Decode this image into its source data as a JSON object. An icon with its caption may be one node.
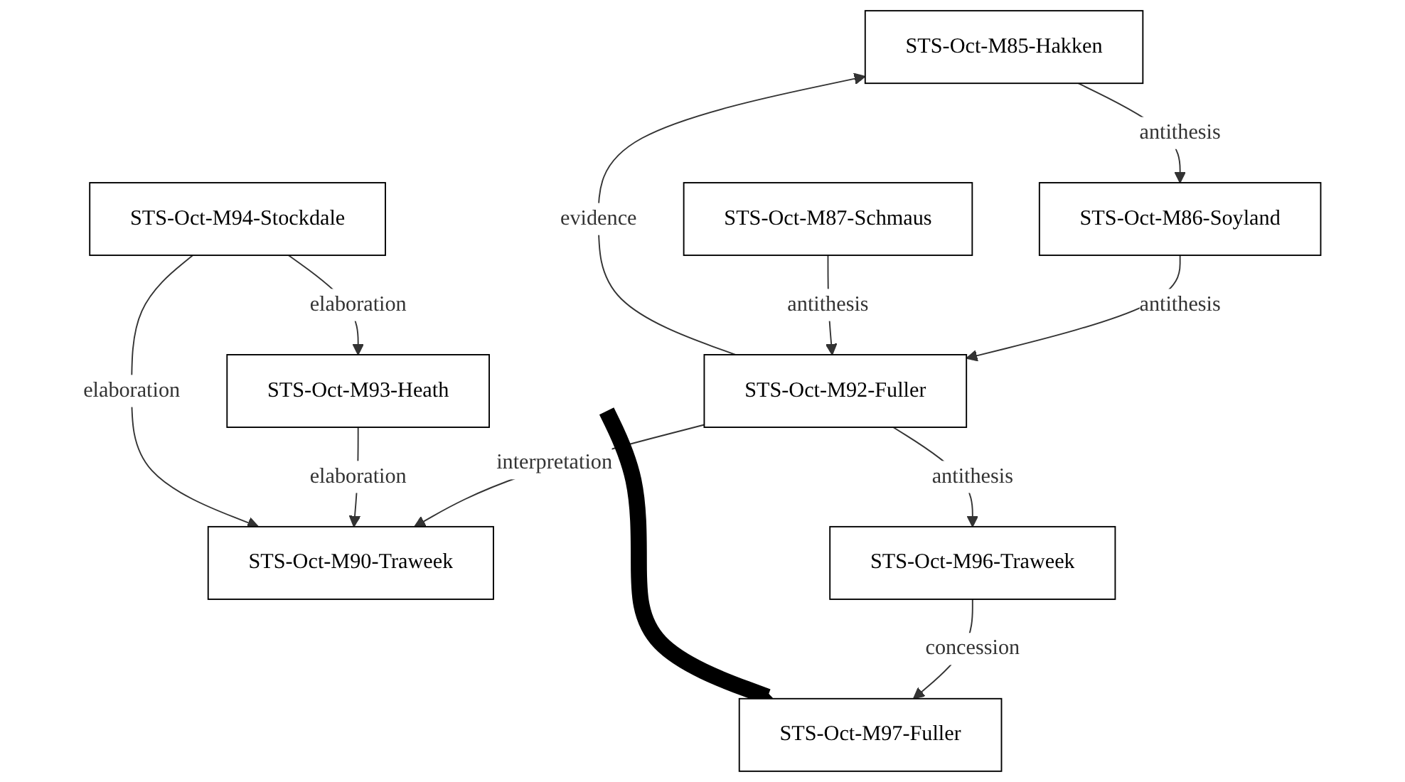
{
  "diagram": {
    "nodes": [
      {
        "text": [
          "STS-Oct-M85-Hakken"
        ]
      },
      {
        "text": [
          "STS-Oct-M90-Traweek"
        ]
      },
      {
        "text": [
          "STS-Oct-M86-Soyland"
        ]
      },
      {
        "text": [
          "STS-Oct-M87-Schmaus"
        ]
      },
      {
        "text": [
          "STS-Oct-M93-Heath"
        ]
      },
      {
        "text": [
          "STS-Oct-M92-Fuller"
        ]
      },
      {
        "text": [
          "STS-Oct-M94-Stockdale"
        ]
      },
      {
        "text": [
          "STS-Oct-M96-Traweek"
        ]
      },
      {
        "text": [
          "STS-Oct-M97-Fuller"
        ]
      }
    ],
    "edges": [
      {
        "from": 5,
        "to": 0,
        "arrow": "to",
        "label": "evidence"
      },
      {
        "from": 0,
        "to": 2,
        "arrow": "to",
        "label": "antithesis"
      },
      {
        "from": 2,
        "to": 5,
        "arrow": "to",
        "label": "antithesis"
      },
      {
        "from": 3,
        "to": 5,
        "arrow": "to",
        "label": "antithesis"
      },
      {
        "from": 5,
        "to": 1,
        "arrow": "to",
        "label": "interpretation"
      },
      {
        "from": 4,
        "to": 1,
        "arrow": "to",
        "label": "elaboration"
      },
      {
        "from": 6,
        "to": 4,
        "arrow": "to",
        "label": "elaboration"
      },
      {
        "from": 6,
        "to": 1,
        "arrow": "to",
        "label": "elaboration"
      },
      {
        "from": 5,
        "to": 7,
        "arrow": "to",
        "label": "antithesis"
      },
      {
        "from": 7,
        "to": 8,
        "arrow": "to",
        "label": "concession"
      },
      {
        "from": null,
        "to": 8,
        "arrow": "to",
        "style": "thick",
        "color": "#000000"
      }
    ]
  }
}
